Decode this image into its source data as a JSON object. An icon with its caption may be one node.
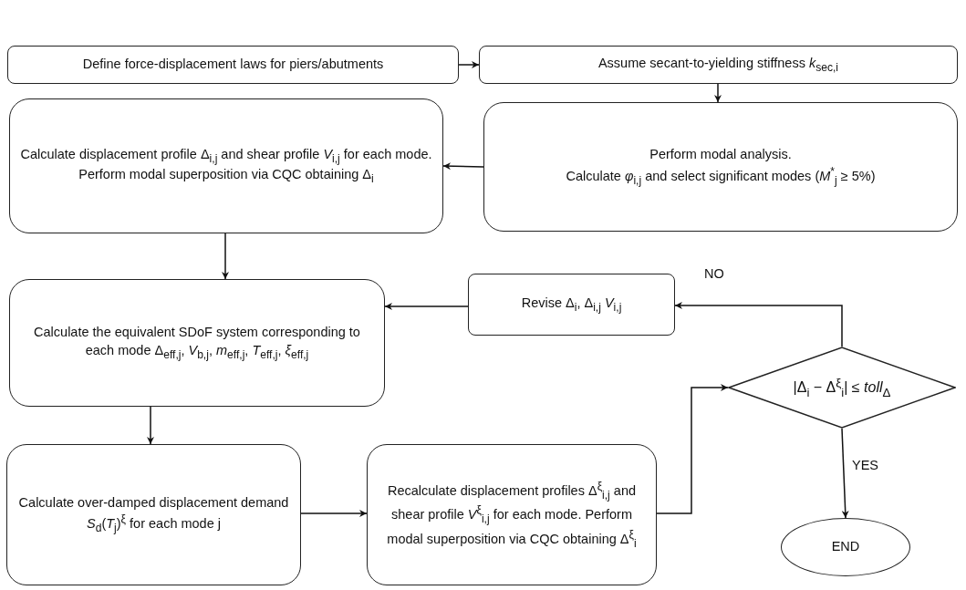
{
  "diagram": {
    "nodes": [
      {
        "text": [
          "Define force-displacement laws for piers/abutments"
        ]
      },
      {
        "text": [
          "Assume secant-to-yielding stiffness *k*$_{sec,i}$"
        ]
      },
      {
        "text": [
          "Perform modal analysis.",
          "Calculate  *φ*$_{i,j}$ and select significant modes (*M*$^{*}$$_{j}$ ≥ 5%)"
        ]
      },
      {
        "text": [
          "Calculate displacement profile Δ$_{i,j}$ and shear profile *V*$_{i,j}$ for each mode.",
          "Perform modal superposition via CQC obtaining Δ$_{i}$"
        ]
      },
      {
        "text": [
          "Calculate the equivalent SDoF system corresponding to each mode Δ$_{eff,j}$, *V*$_{b,j}$, *m*$_{eff,j}$, *T*$_{eff,j}$, *ξ*$_{eff,j}$"
        ]
      },
      {
        "text": [
          "Revise Δ$_{i}$, Δ$_{i,j}$ *V*$_{i,j}$"
        ]
      },
      {
        "text": [
          "|Δ$_{i}$ − Δ$^{ξ}$$_{i}$| ≤ *toll*$_{Δ}$"
        ]
      },
      {
        "text": [
          "Calculate over-damped displacement demand *S*$_{d}$(*T*$_{j}$)$^{ξ}$ for each mode j"
        ]
      },
      {
        "text": [
          "Recalculate displacement profiles Δ$^{ξ}$$_{i,j}$ and shear profile *V*$^{ξ}$$_{i,j}$ for each mode. Perform modal superposition via CQC obtaining Δ$^{ξ}$$_{i}$"
        ]
      },
      {
        "text": [
          "END"
        ]
      }
    ],
    "edges": [
      {
        "from": 0,
        "to": 1,
        "arrow": "to"
      },
      {
        "from": 1,
        "to": 2,
        "arrow": "to"
      },
      {
        "from": 2,
        "to": 3,
        "arrow": "to"
      },
      {
        "from": 3,
        "to": 4,
        "arrow": "to"
      },
      {
        "from": 5,
        "to": 4,
        "arrow": "to"
      },
      {
        "from": 4,
        "to": 7,
        "arrow": "to"
      },
      {
        "from": 7,
        "to": 8,
        "arrow": "to"
      },
      {
        "from": 8,
        "to": 6,
        "arrow": "to"
      },
      {
        "from": 6,
        "to": 5,
        "arrow": "to",
        "label": "NO"
      },
      {
        "from": 6,
        "to": 9,
        "arrow": "to",
        "label": "YES"
      }
    ]
  }
}
